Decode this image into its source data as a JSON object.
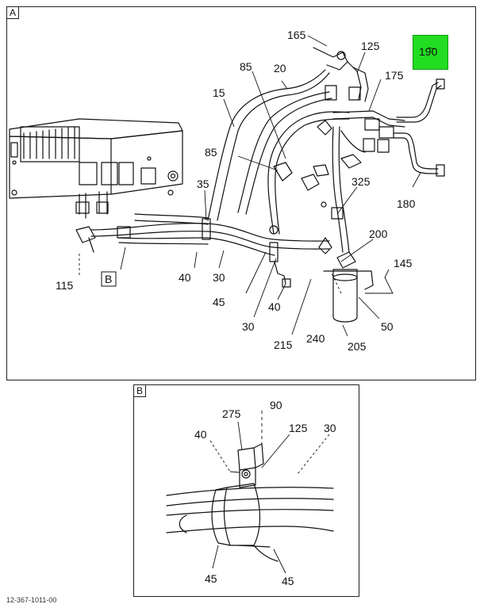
{
  "panel_a": {
    "tag": "A",
    "highlighted_callout": "190",
    "highlight_color": "#22dd22",
    "callouts": {
      "c165": "165",
      "c125": "125",
      "c190": "190",
      "c85a": "85",
      "c20": "20",
      "c175": "175",
      "c15": "15",
      "c85b": "85",
      "c35": "35",
      "c325": "325",
      "c180": "180",
      "c200": "200",
      "c145": "145",
      "c115": "115",
      "c40a": "40",
      "c30a": "30",
      "c45": "45",
      "c40b": "40",
      "c30b": "30",
      "c215": "215",
      "c240": "240",
      "c205": "205",
      "c50": "50"
    },
    "view_ref_box": "B"
  },
  "panel_b": {
    "tag": "B",
    "callouts": {
      "c275": "275",
      "c90": "90",
      "c40": "40",
      "c125": "125",
      "c30": "30",
      "c45a": "45",
      "c45b": "45"
    }
  },
  "footer": {
    "left_text": "12-367-1011-00"
  }
}
